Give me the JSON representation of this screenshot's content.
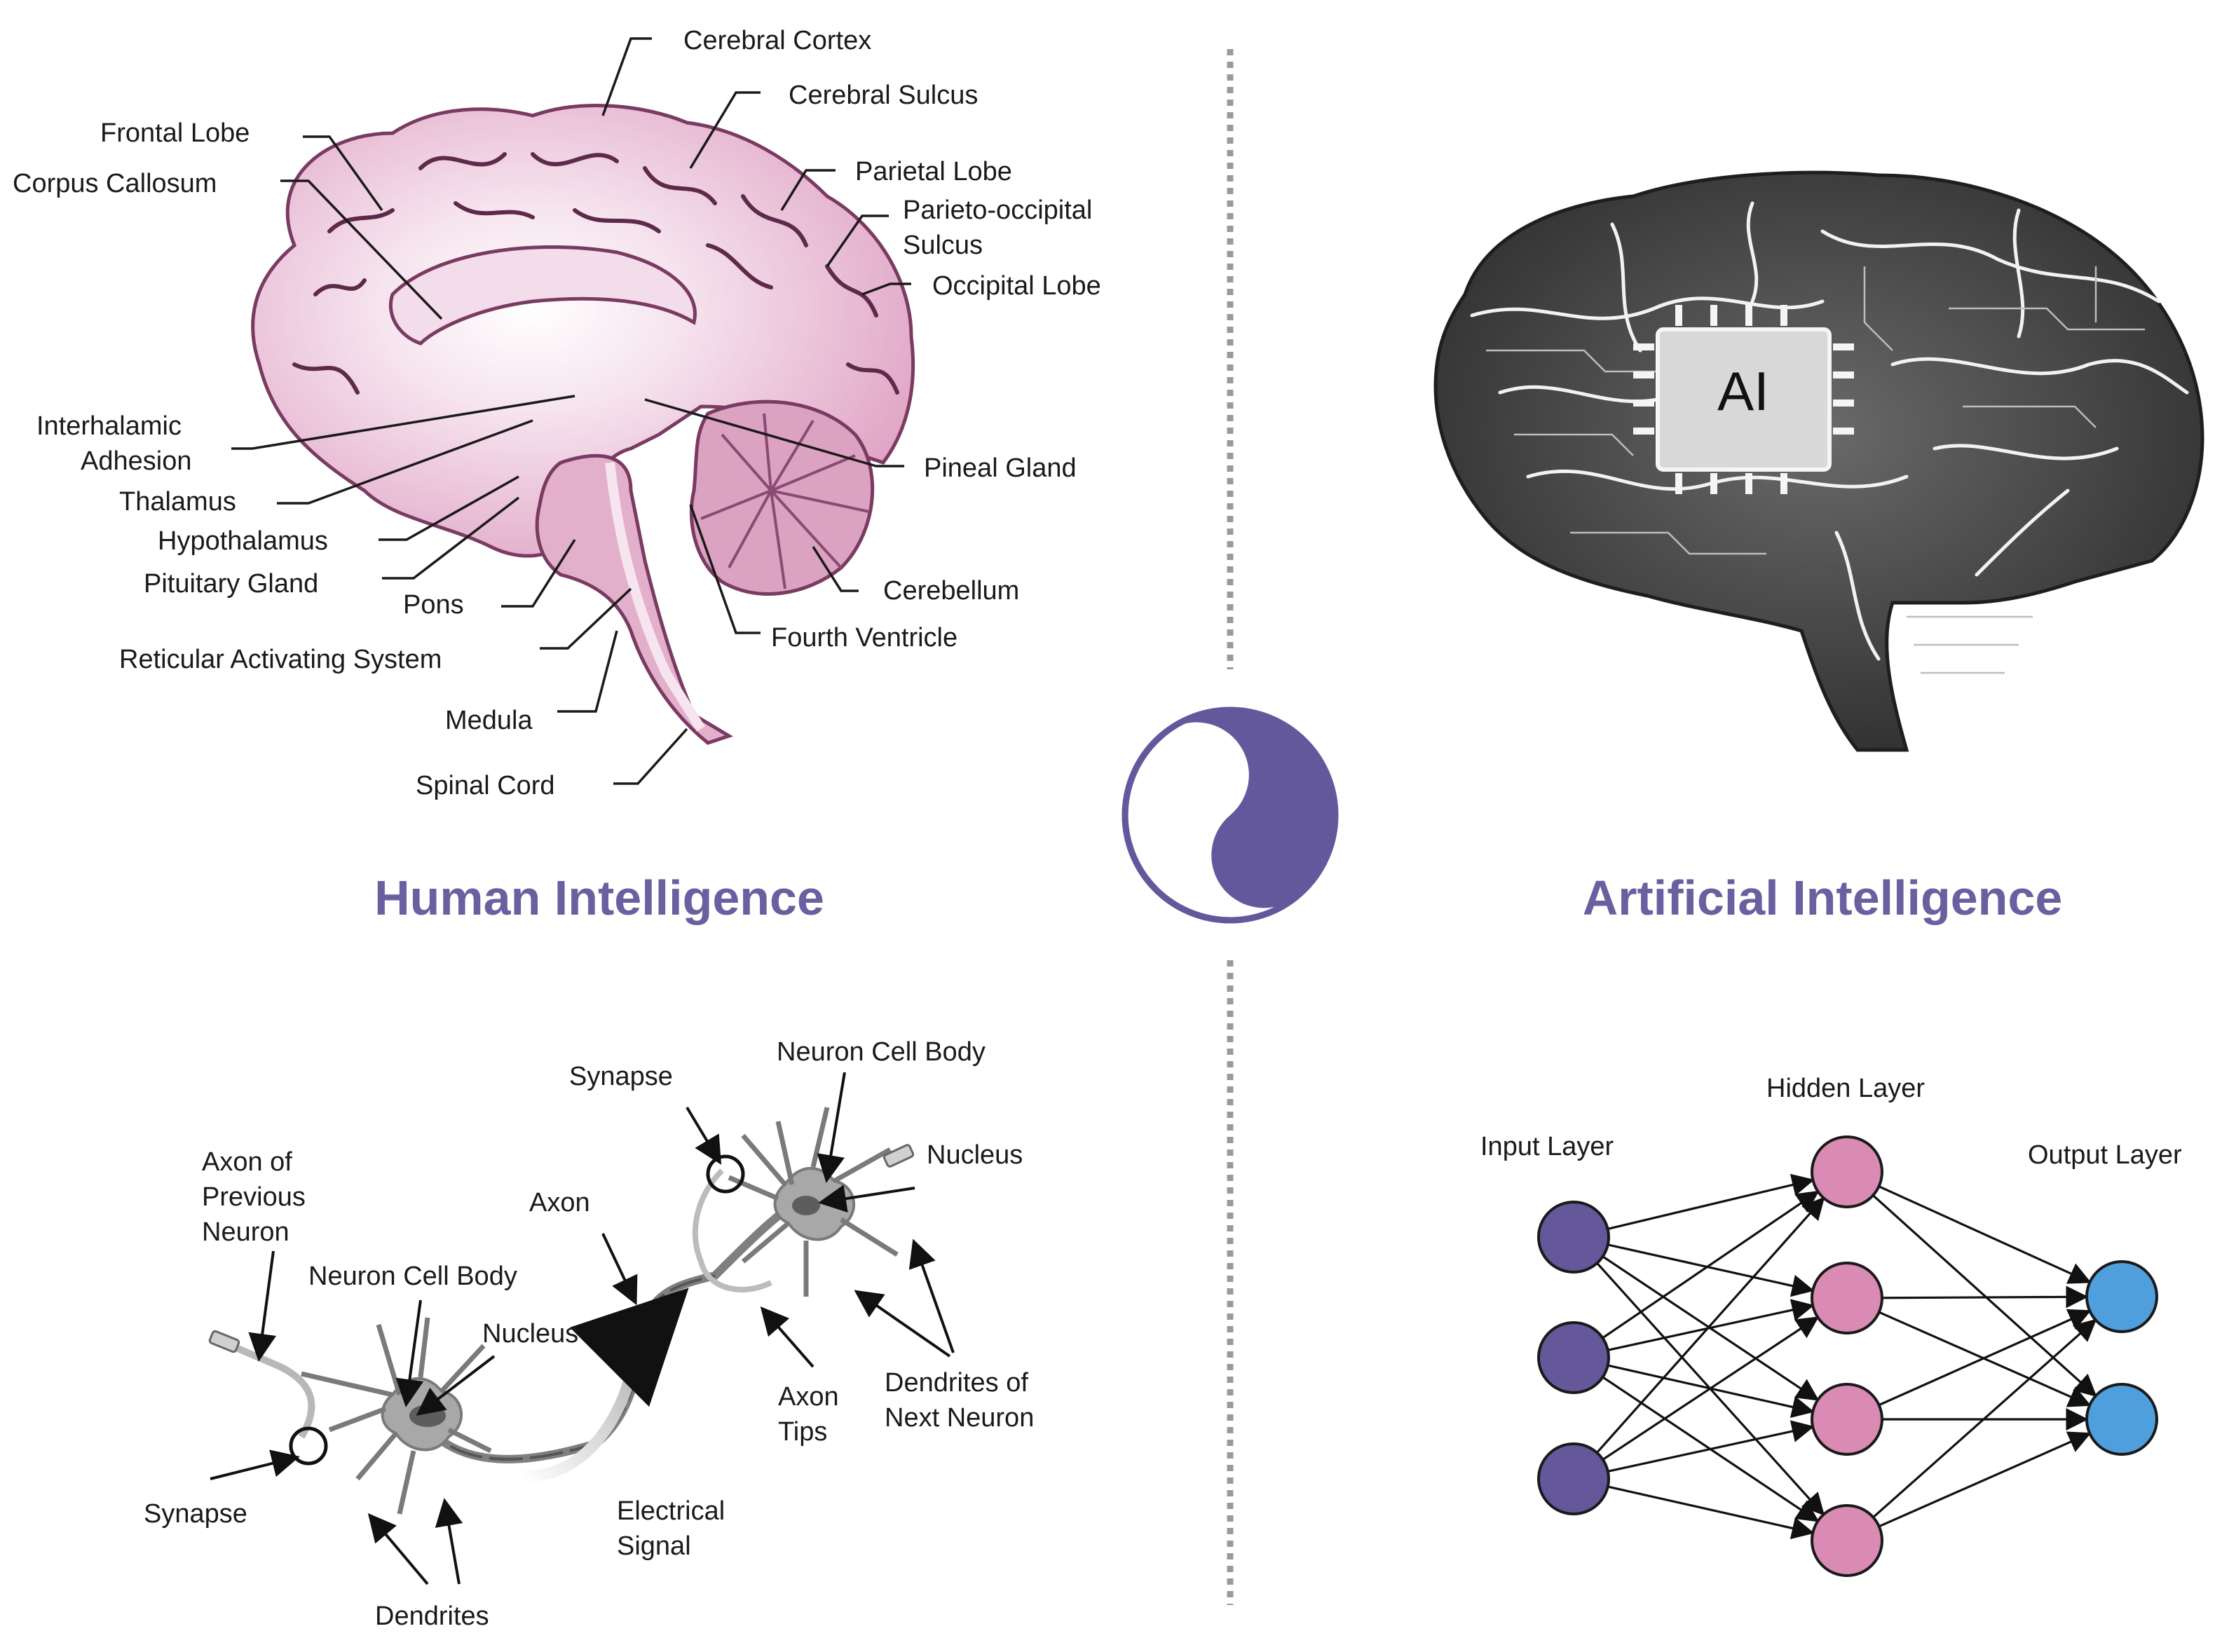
{
  "titles": {
    "human": "Human Intelligence",
    "artificial": "Artificial Intelligence"
  },
  "ai_chip_label": "AI",
  "brain_labels": {
    "cerebral_cortex": "Cerebral Cortex",
    "cerebral_sulcus": "Cerebral Sulcus",
    "frontal_lobe": "Frontal Lobe",
    "corpus_callosum": "Corpus Callosum",
    "parietal_lobe": "Parietal Lobe",
    "parieto_occipital_1": "Parieto-occipital",
    "parieto_occipital_2": "Sulcus",
    "occipital_lobe": "Occipital Lobe",
    "interhalamic_1": "Interhalamic",
    "interhalamic_2": "Adhesion",
    "pineal_gland": "Pineal Gland",
    "thalamus": "Thalamus",
    "hypothalamus": "Hypothalamus",
    "pituitary_gland": "Pituitary Gland",
    "pons": "Pons",
    "cerebellum": "Cerebellum",
    "reticular": "Reticular Activating System",
    "fourth_ventricle": "Fourth Ventricle",
    "medula": "Medula",
    "spinal_cord": "Spinal Cord"
  },
  "neuron_labels": {
    "synapse_top": "Synapse",
    "neuron_cell_body_top": "Neuron Cell Body",
    "nucleus_top": "Nucleus",
    "axon_prev_1": "Axon of",
    "axon_prev_2": "Previous",
    "axon_prev_3": "Neuron",
    "axon": "Axon",
    "neuron_cell_body": "Neuron Cell Body",
    "nucleus": "Nucleus",
    "axon_tips_1": "Axon",
    "axon_tips_2": "Tips",
    "dendrites_next_1": "Dendrites of",
    "dendrites_next_2": "Next Neuron",
    "synapse_bottom": "Synapse",
    "electrical_1": "Electrical",
    "electrical_2": "Signal",
    "dendrites": "Dendrites"
  },
  "network": {
    "input_label": "Input Layer",
    "hidden_label": "Hidden Layer",
    "output_label": "Output Layer",
    "layers": [
      3,
      4,
      2
    ]
  },
  "colors": {
    "title": "#6b5fa0",
    "input_node": "#64579a",
    "hidden_node": "#d98bb4",
    "output_node": "#4f9fdc",
    "brain_pink": "#e8b6d2",
    "yin_yang": "#63589b"
  }
}
